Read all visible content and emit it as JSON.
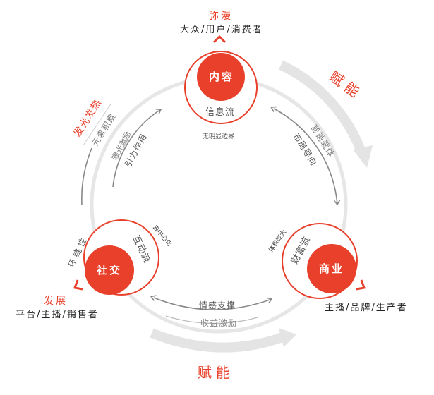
{
  "nodes": {
    "content": {
      "label": "内容",
      "flow": "信息流",
      "note": "无明显边界",
      "tag": "弥漫",
      "audience": "大众/用户/消费者"
    },
    "social": {
      "label": "社交",
      "flow": "互动流",
      "note": "去中心化",
      "trait": "环绕性",
      "tag": "发展",
      "audience": "平台/主播/销售者"
    },
    "commerce": {
      "label": "商业",
      "flow": "财富流",
      "note": "体积庞大",
      "audience": "主播/品牌/生产者"
    }
  },
  "left_arc": {
    "tag": "发光发热",
    "outer": "元素积累",
    "inner_a": "曝光激励",
    "inner_b": "引力作用"
  },
  "right_arc": {
    "outer": "营销载体",
    "inner": "布局导向"
  },
  "bottom_arc": {
    "upper": "情感支撑",
    "lower": "收益激励"
  },
  "empower": {
    "top": "赋能",
    "bottom": "赋能"
  },
  "colors": {
    "accent": "#e8402a",
    "ring": "#e6e6e6",
    "arrow": "#888888"
  }
}
